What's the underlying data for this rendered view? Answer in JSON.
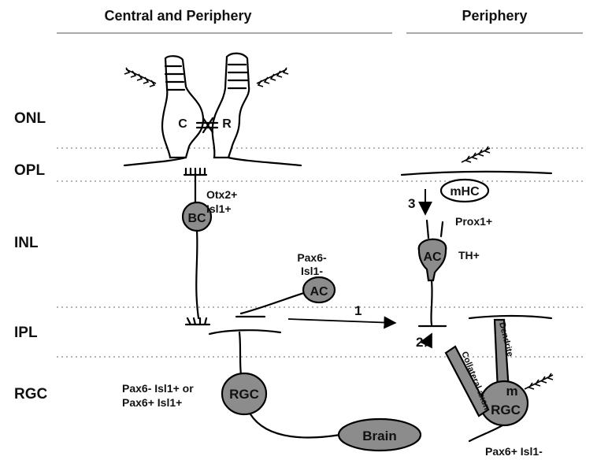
{
  "headers": {
    "left": "Central and Periphery",
    "right": "Periphery"
  },
  "layers": [
    "ONL",
    "OPL",
    "INL",
    "IPL",
    "RGC"
  ],
  "cells": {
    "cone": "C",
    "rod": "R",
    "bipolar": "BC",
    "amacrine_left": "AC",
    "rgc_left": "RGC",
    "brain": "Brain",
    "mhc": "mHC",
    "amacrine_right": "AC",
    "mrgc_m": "m",
    "mrgc_rgc": "RGC"
  },
  "markers": {
    "bc_line1": "Otx2+",
    "bc_line2": "Isl1+",
    "ac_line1": "Pax6-",
    "ac_line2": "Isl1-",
    "rgc_line1": "Pax6- Isl1+ or",
    "rgc_line2": "Pax6+ Isl1+",
    "mhc": "Prox1+",
    "ac_right": "TH+",
    "mrgc": "Pax6+ Isl1-"
  },
  "arrows": {
    "one": "1",
    "two": "2",
    "three": "3"
  },
  "rotated": {
    "collateral": "Collateral axon",
    "dendrite": "Dendrite"
  },
  "colors": {
    "cell_fill": "#8c8c8c",
    "ink": "#000000",
    "rule": "#888888"
  }
}
